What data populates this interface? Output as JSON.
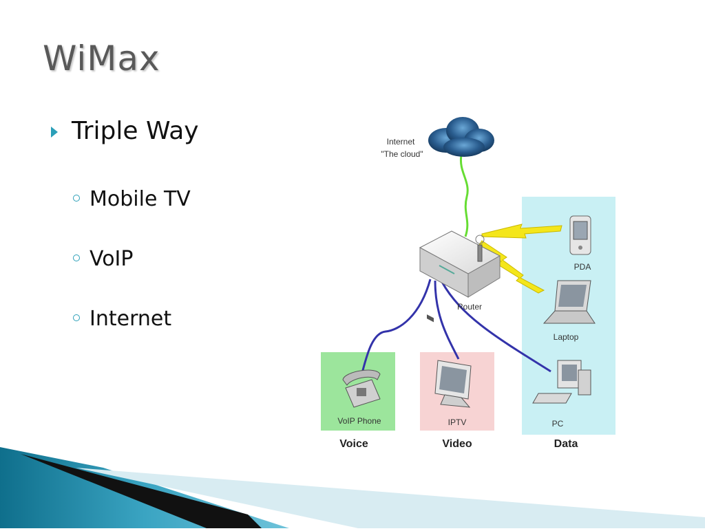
{
  "slide": {
    "title": "WiMax",
    "bullet_main": "Triple Way",
    "sub_bullets": [
      "Mobile TV",
      "VoIP",
      "Internet"
    ]
  },
  "diagram": {
    "cloud_label_line1": "Internet",
    "cloud_label_line2": "\"The cloud\"",
    "router_label": "Router",
    "pda_label": "PDA",
    "laptop_label": "Laptop",
    "pc_label": "PC",
    "voip_label": "VoIP Phone",
    "iptv_label": "IPTV",
    "voice_group": "Voice",
    "video_group": "Video",
    "data_group": "Data"
  },
  "colors": {
    "accent": "#2b9fb8",
    "voice_zone": "#9ce59c",
    "video_zone": "#f7d3d3",
    "data_zone": "#c9f0f4",
    "cable_green": "#66dd33",
    "cable_blue": "#3333aa",
    "wireless": "#f4e61b"
  }
}
